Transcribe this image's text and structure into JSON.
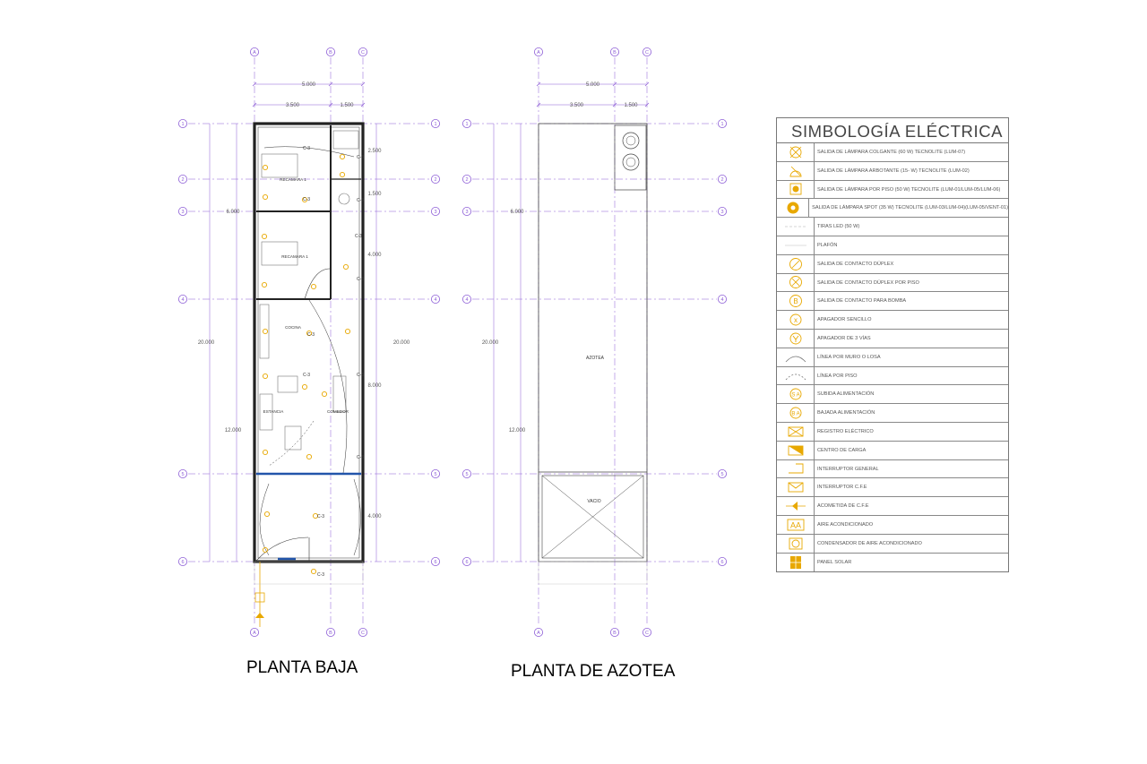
{
  "plans": {
    "ground": {
      "title": "PLANTA BAJA",
      "axis_cols": [
        "A",
        "B",
        "C"
      ],
      "axis_rows": [
        "1",
        "2",
        "3",
        "4",
        "5",
        "6"
      ],
      "dims_top": {
        "total": "5.000",
        "left": "3.500",
        "right": "1.500"
      },
      "dims_right": [
        "2.500",
        "1.500",
        "4.000",
        "8.000",
        "4.000"
      ],
      "dims_left": {
        "upper": "6.000",
        "total": "20.000",
        "lower": "12.000"
      },
      "dim_right_total": "20.000",
      "rooms": [
        "RECAMARA 1",
        "RECAMARA 1",
        "COCINA",
        "ESTANCIA",
        "COMEDOR"
      ],
      "circuit_label": "C-3"
    },
    "roof": {
      "title": "PLANTA DE AZOTEA",
      "axis_cols": [
        "A",
        "B",
        "C"
      ],
      "axis_rows": [
        "1",
        "2",
        "3",
        "4",
        "5",
        "6"
      ],
      "dims_top": {
        "total": "5.000",
        "left": "3.500",
        "right": "1.500"
      },
      "dims_left": {
        "upper": "6.000",
        "total": "20.000",
        "lower": "12.000"
      },
      "areas": [
        "AZOTEA",
        "VACIO"
      ]
    }
  },
  "legend": {
    "title": "SIMBOLOGÍA ELÉCTRICA",
    "items": [
      {
        "icon": "pendant-lamp-icon",
        "label": "SALIDA DE LÁMPARA COLGANTE (60 W) TECNOLITE (LUM-07)"
      },
      {
        "icon": "wall-lamp-icon",
        "label": "SALIDA DE LÁMPARA ARBOTANTE (15- W) TECNOLITE (LUM-02)"
      },
      {
        "icon": "floor-lamp-icon",
        "label": "SALIDA DE LÁMPARA POR PISO (50 W) TECNOLITE (LUM-01/LUM-05/LUM-06)"
      },
      {
        "icon": "spot-lamp-icon",
        "label": "SALIDA DE LÁMPARA SPOT (35 W) TECNOLITE (LUM-03/LUM-04)(LUM-05/VENT-01)"
      },
      {
        "icon": "led-strip-icon",
        "label": "TIRAS LED (50 W)"
      },
      {
        "icon": "ceiling-icon",
        "label": "PLAFÓN"
      },
      {
        "icon": "duplex-outlet-icon",
        "label": "SALIDA DE CONTACTO DÚPLEX"
      },
      {
        "icon": "floor-outlet-icon",
        "label": "SALIDA DE CONTACTO DÚPLEX POR PISO"
      },
      {
        "icon": "pump-outlet-icon",
        "label": "SALIDA DE CONTACTO PARA BOMBA"
      },
      {
        "icon": "single-switch-icon",
        "label": "APAGADOR SENCILLO"
      },
      {
        "icon": "three-way-switch-icon",
        "label": "APAGADOR DE 3 VÍAS"
      },
      {
        "icon": "wall-line-icon",
        "label": "LÍNEA POR MURO O LOSA"
      },
      {
        "icon": "floor-line-icon",
        "label": "LÍNEA POR PISO"
      },
      {
        "icon": "feed-up-icon",
        "label": "SUBIDA ALIMENTACIÓN"
      },
      {
        "icon": "feed-down-icon",
        "label": "BAJADA ALIMENTACIÓN"
      },
      {
        "icon": "electrical-register-icon",
        "label": "REGISTRO ELÉCTRICO"
      },
      {
        "icon": "load-center-icon",
        "label": "CENTRO DE CARGA"
      },
      {
        "icon": "main-breaker-icon",
        "label": "INTERRUPTOR GENERAL"
      },
      {
        "icon": "cfe-breaker-icon",
        "label": "INTERRUPTOR C.F.E"
      },
      {
        "icon": "cfe-service-icon",
        "label": "ACOMETIDA DE C.F.E"
      },
      {
        "icon": "air-conditioner-icon",
        "label": "AIRE ACONDICIONADO"
      },
      {
        "icon": "ac-condenser-icon",
        "label": "CONDENSADOR DE AIRE ACONDICIONADO"
      },
      {
        "icon": "solar-panel-icon",
        "label": "PANEL SOLAR"
      }
    ],
    "symbol_color": "#e8a800",
    "line_color": "#8c5cd6"
  }
}
